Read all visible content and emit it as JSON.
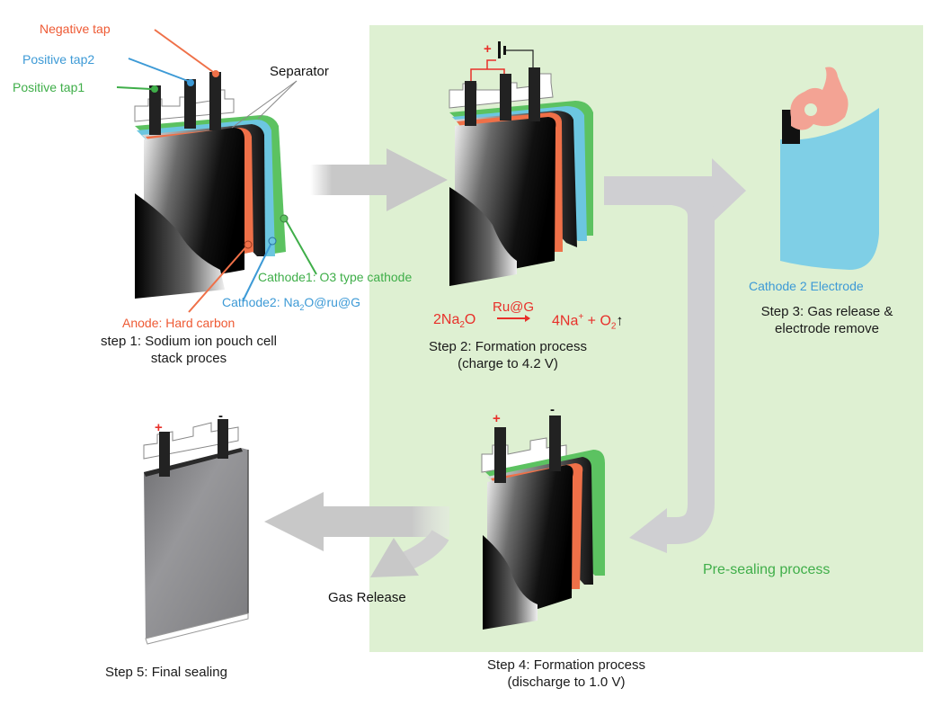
{
  "panel": {
    "label": "Pre-sealing process",
    "color": "#def0d2"
  },
  "step1": {
    "title_line1": "step 1: Sodium ion pouch cell",
    "title_line2": "stack proces",
    "labels": {
      "negative_tap": "Negative tap",
      "positive_tap2": "Positive tap2",
      "positive_tap1": "Positive tap1",
      "separator": "Separator",
      "cathode1": "Cathode1: O3 type cathode",
      "cathode2_prefix": "Cathode2: Na",
      "cathode2_sub": "2",
      "cathode2_suffix": "O@ru@G",
      "anode": "Anode: Hard carbon"
    }
  },
  "step2": {
    "title_line1": "Step 2: Formation process",
    "title_line2": "(charge to 4.2 V)",
    "equation": {
      "reactant_prefix": "2Na",
      "reactant_sub": "2",
      "reactant_suffix": "O",
      "catalyst": "Ru@G",
      "product1_prefix": "4Na",
      "product1_sup": "+",
      "plus": " + O",
      "product2_sub": "2",
      "gas_arrow": "↑"
    },
    "battery_plus": "+",
    "battery_minus": "-"
  },
  "step3": {
    "electrode_label": "Cathode 2 Electrode",
    "title_line1": "Step 3: Gas release &",
    "title_line2": "electrode remove"
  },
  "step4": {
    "title_line1": "Step 4: Formation process",
    "title_line2": "(discharge to 1.0 V)",
    "plus": "+",
    "minus": "-"
  },
  "step5": {
    "title": "Step 5: Final sealing",
    "plus": "+",
    "minus": "-"
  },
  "gas_release_label": "Gas Release",
  "colors": {
    "green": "#3fae49",
    "blue": "#3d9ad6",
    "orange": "#ee5a34",
    "red": "#e8302a",
    "cathode1_layer": "#5cc261",
    "cathode2_layer": "#6cc6e0",
    "anode_layer": "#ef7048",
    "arrow": "#c8c8c8"
  }
}
